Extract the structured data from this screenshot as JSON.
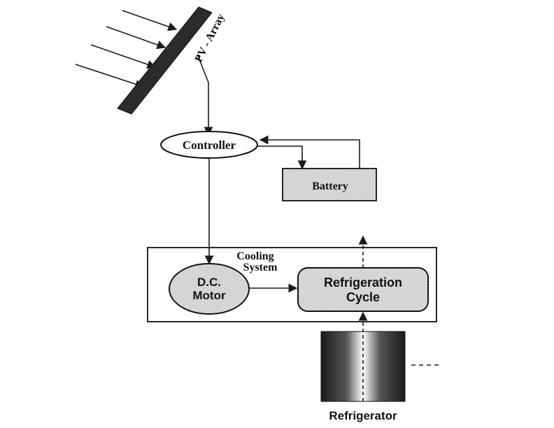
{
  "labels": {
    "pv_array": "PV - Array",
    "controller": "Controller",
    "battery": "Battery",
    "cooling_system_line1": "Cooling",
    "cooling_system_line2": "System",
    "dc_motor_line1": "D.C.",
    "dc_motor_line2": "Motor",
    "refrigeration_line1": "Refrigeration",
    "refrigeration_line2": "Cycle",
    "refrigerator": "Refrigerator"
  },
  "colors": {
    "ink": "#111111",
    "panel_fill": "#2b2b2b",
    "battery_fill": "#d9d9d9",
    "motor_fill": "#d4d4d4",
    "cycle_fill": "#dedede"
  },
  "icons": {
    "sun_rays": "arrow-icon",
    "panel": "solar-panel-icon"
  }
}
